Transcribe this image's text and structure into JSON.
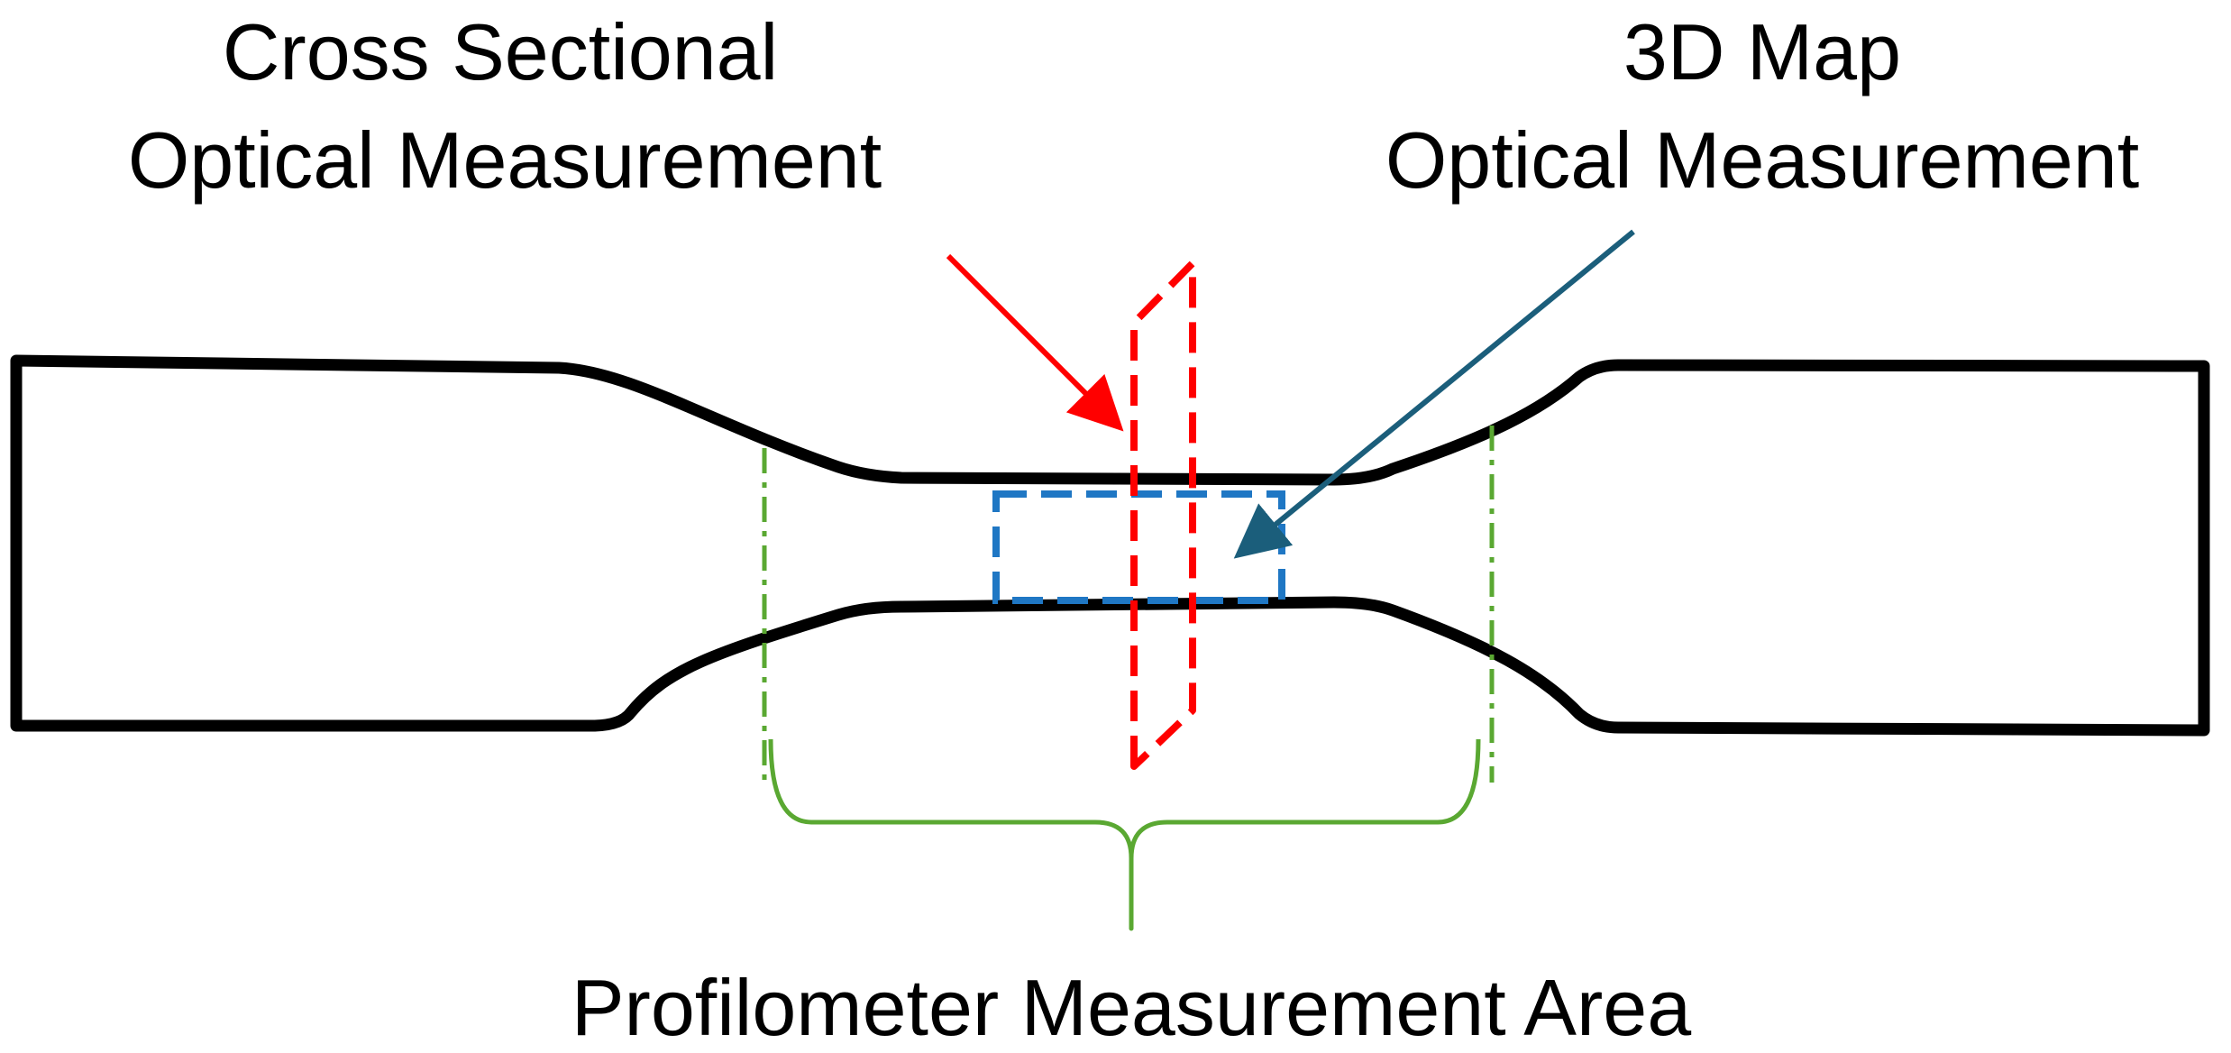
{
  "labels": {
    "cross_sectional_line1": "Cross Sectional",
    "cross_sectional_line2": "Optical Measurement",
    "map_3d_line1": "3D Map",
    "map_3d_line2": "Optical Measurement",
    "profilometer": "Profilometer Measurement Area"
  },
  "colors": {
    "specimen_outline": "#000000",
    "cross_section_plane": "#ff0000",
    "cross_section_arrow": "#ff0000",
    "map_region": "#1f77c4",
    "map_arrow": "#1b5e7b",
    "profilometer_bounds": "#5aa832",
    "text": "#000000"
  }
}
